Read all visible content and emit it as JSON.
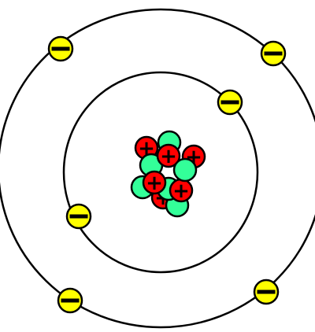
{
  "diagram": {
    "type": "bohr-atom-model",
    "shells": [
      {
        "shell": 1,
        "electron_count": 2
      },
      {
        "shell": 2,
        "electron_count": 4
      }
    ],
    "nucleus": {
      "proton_count": 6,
      "neutron_count": 6,
      "proton_symbol": "+"
    },
    "electron_symbol": "−",
    "colors": {
      "background": "#ffffff",
      "orbit": "#000000",
      "electron": "#ffff00",
      "proton": "#ff0000",
      "neutron": "#33ff99",
      "outline": "#000000"
    }
  }
}
